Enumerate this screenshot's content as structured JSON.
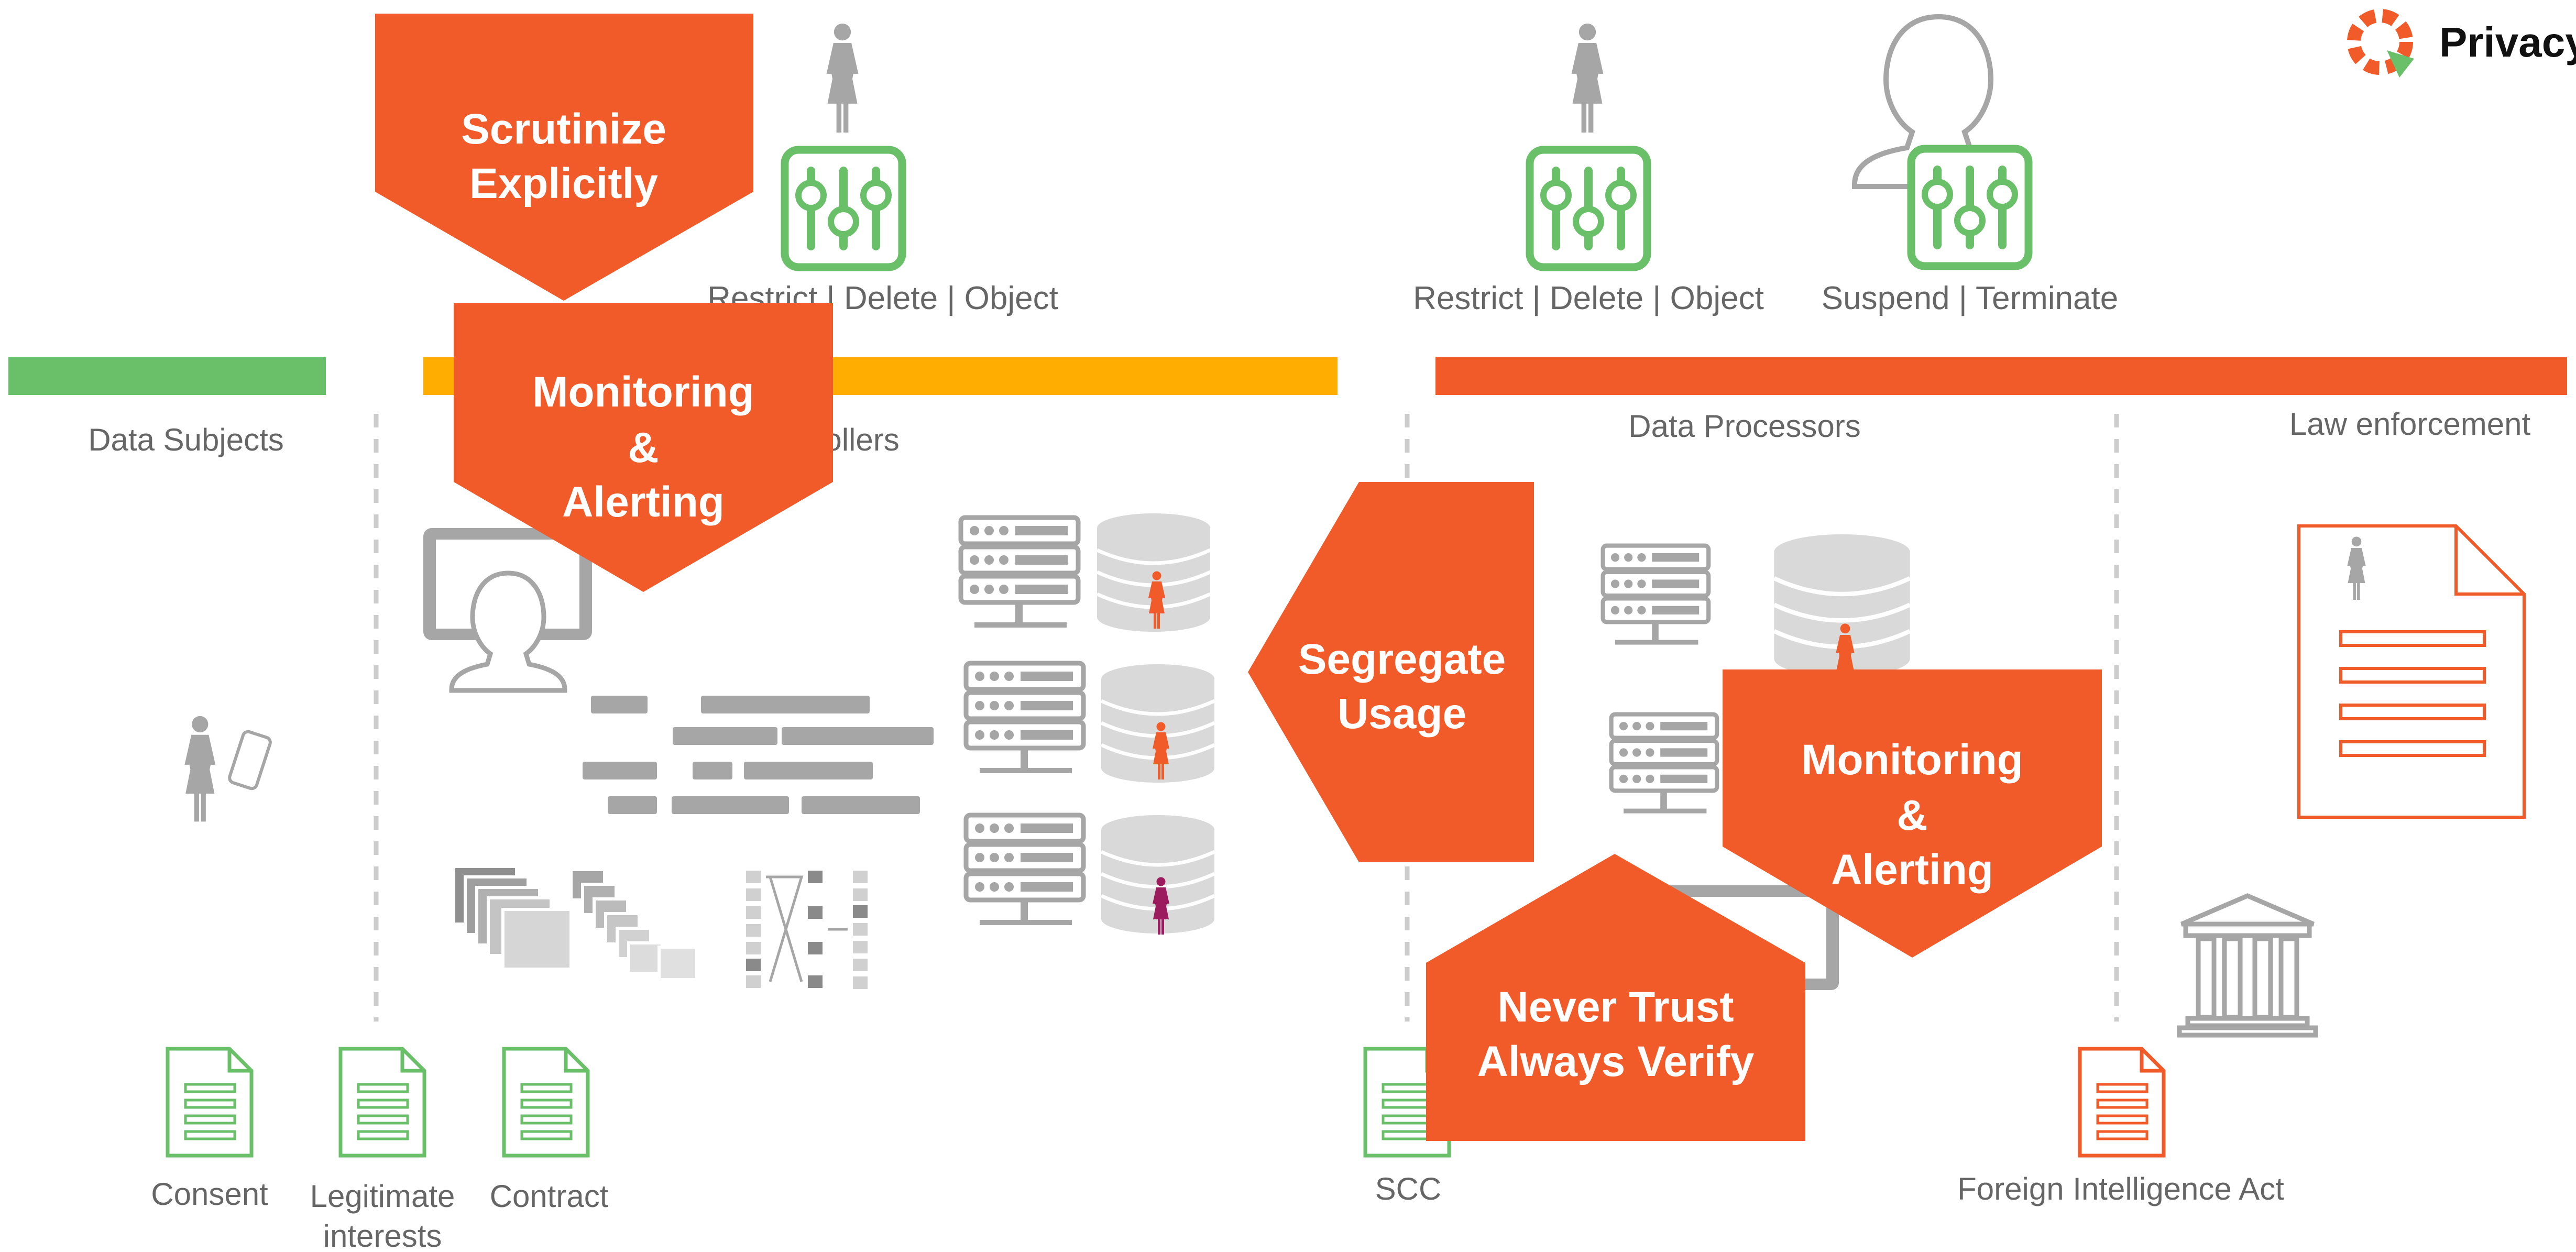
{
  "brand": {
    "name": "Privacy"
  },
  "signs": {
    "scrutinize": [
      "Scrutinize",
      "Explicitly"
    ],
    "monitoring_top": [
      "Monitoring",
      "&",
      "Alerting"
    ],
    "segregate": [
      "Segregate",
      "Usage"
    ],
    "monitoring_right": [
      "Monitoring",
      "&",
      "Alerting"
    ],
    "never_trust": [
      "Never Trust",
      "Always Verify"
    ]
  },
  "controls": {
    "controllers_actions": "Restrict | Delete | Object",
    "processors_actions": "Restrict | Delete | Object",
    "law_actions": "Suspend | Terminate"
  },
  "sections": {
    "data_subjects": "Data Subjects",
    "controllers": "Data Controllers",
    "processors": "Data Processors",
    "law": "Law enforcement"
  },
  "documents": {
    "consent": "Consent",
    "legitimate_1": "Legitimate",
    "legitimate_2": "interests",
    "contract": "Contract",
    "scc": "SCC",
    "fia": "Foreign Intelligence Act"
  },
  "colors": {
    "green": "#6abf69",
    "orange_bar": "#ffae00",
    "orange": "#f15a29",
    "gray": "#a6a6a6",
    "light_gray": "#d9d9d9",
    "purple": "#9c1b5e"
  },
  "icons": [
    "person-icon",
    "sliders-icon",
    "user-outline-icon",
    "server-icon",
    "database-icon",
    "document-icon",
    "monitor-icon",
    "courthouse-icon",
    "phone-icon",
    "logo-icon"
  ]
}
